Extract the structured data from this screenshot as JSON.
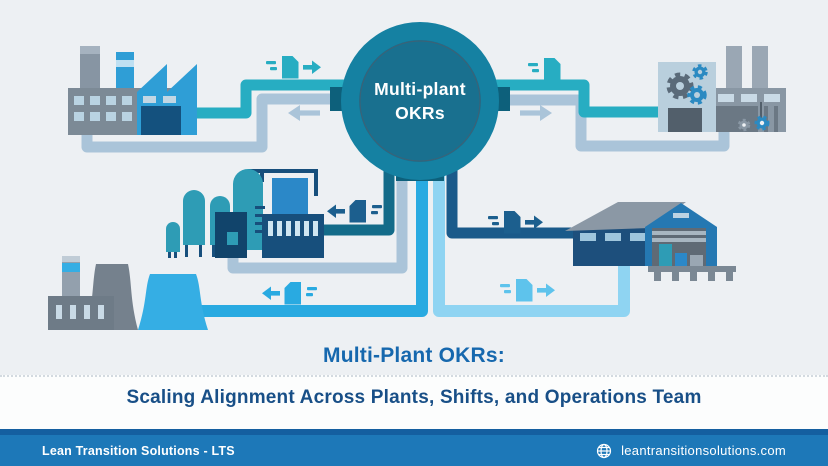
{
  "hub": {
    "label_line1": "Multi-plant",
    "label_line2": "OKRs"
  },
  "caption": {
    "title": "Multi-Plant OKRs:",
    "subtitle": "Scaling Alignment Across Plants, Shifts, and Operations Team"
  },
  "footer": {
    "company": "Lean Transition Solutions - LTS",
    "website": "leantransitionsolutions.com"
  },
  "nodes": [
    {
      "id": "factory-northwest",
      "type": "manufacturing-plant"
    },
    {
      "id": "factory-northeast",
      "type": "gear-factory"
    },
    {
      "id": "chemical-plant-west",
      "type": "chemical-plant"
    },
    {
      "id": "warehouse-east",
      "type": "warehouse"
    },
    {
      "id": "power-plant-southwest",
      "type": "power-plant"
    }
  ],
  "connections": [
    {
      "from": "factory-northwest",
      "to": "hub",
      "pipe_color": "#27adc2",
      "icon": "document-flow-right-icon"
    },
    {
      "from": "hub",
      "to": "factory-northwest",
      "pipe_color": "#aac4d9",
      "icon": "arrow-left-icon"
    },
    {
      "from": "hub",
      "to": "factory-northeast",
      "pipe_color": "#27adc2",
      "icon": "document-icon"
    },
    {
      "from": "hub",
      "to": "factory-northeast",
      "pipe_color": "#aac4d9",
      "icon": "arrow-right-icon"
    },
    {
      "from": "hub",
      "to": "chemical-plant-west",
      "pipe_color": "#136b89",
      "icon": "document-flow-left-icon"
    },
    {
      "from": "hub",
      "to": "chemical-plant-west",
      "pipe_color": "#aac4d9",
      "icon": null
    },
    {
      "from": "hub",
      "to": "warehouse-east",
      "pipe_color": "#1a5a8a",
      "icon": "document-flow-right-icon"
    },
    {
      "from": "hub",
      "to": "warehouse-east",
      "pipe_color": "#8fd4f2",
      "icon": "document-flow-right-icon"
    },
    {
      "from": "hub",
      "to": "power-plant-southwest",
      "pipe_color": "#29aae1",
      "icon": "document-flow-left-icon"
    }
  ],
  "icons": [
    {
      "name": "document-flow-right-icon",
      "color": "#27adc2",
      "location": "top-left"
    },
    {
      "name": "arrow-left-icon",
      "color": "#aac4d9",
      "location": "top-left"
    },
    {
      "name": "document-icon",
      "color": "#27adc2",
      "location": "top-right"
    },
    {
      "name": "arrow-right-icon",
      "color": "#aac4d9",
      "location": "top-right"
    },
    {
      "name": "document-flow-left-icon",
      "color": "#1c5f8e",
      "location": "middle-left"
    },
    {
      "name": "document-flow-right-icon",
      "color": "#1c5f8e",
      "location": "middle-right"
    },
    {
      "name": "document-flow-left-icon",
      "color": "#29aae1",
      "location": "bottom-left"
    },
    {
      "name": "document-flow-right-icon",
      "color": "#5ec3ec",
      "location": "bottom-right"
    },
    {
      "name": "globe-icon",
      "color": "#ffffff",
      "location": "footer"
    }
  ],
  "colors": {
    "background": "#edf0f3",
    "hub_ring": "#1581a2",
    "hub_inner": "#19708f",
    "pipe_teal": "#27adc2",
    "pipe_gray": "#aac4d9",
    "pipe_navy": "#1a5a8a",
    "pipe_dark_teal": "#136b89",
    "pipe_bright_blue": "#29aae1",
    "pipe_pale_blue": "#8fd4f2",
    "title_blue": "#1668ae",
    "subtitle_navy": "#184f87",
    "footer_bar": "#1d78b8",
    "footer_edge": "#145fa0"
  }
}
